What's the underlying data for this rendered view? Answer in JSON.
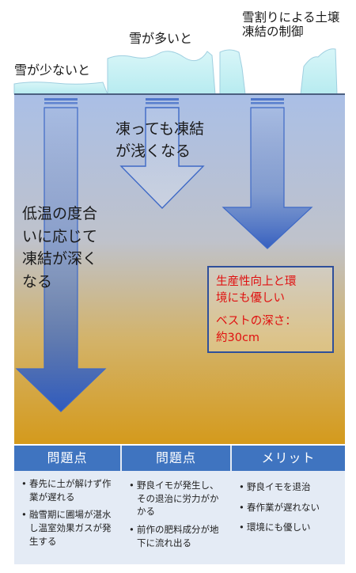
{
  "captions": {
    "low_snow": "雪が少ないと",
    "much_snow": "雪が多いと",
    "snow_control": "雪割りによる土壌凍結の制御"
  },
  "texts": {
    "shallow": [
      "凍っても凍結",
      "が浅くなる"
    ],
    "deep": [
      "低温の度合",
      "いに応じて",
      "凍結が深く",
      "なる"
    ]
  },
  "best_box": {
    "line1": "生産性向上と環",
    "line2": "境にも優しい",
    "line3": "ベストの深さ：",
    "line4": "約30cm"
  },
  "table": {
    "problem_left": {
      "header": "問題点",
      "items": [
        "春先に土が解けず作業が遅れる",
        "融雪期に圃場が湛水し温室効果ガスが発生する"
      ]
    },
    "problem_right": {
      "header": "問題点",
      "items": [
        "野良イモが発生し、その退治に労力がかかる",
        "前作の肥料成分が地下に流れ出る"
      ]
    },
    "merit": {
      "header": "メリット",
      "items": [
        "野良イモを退治",
        "春作業が遅れない",
        "環境にも優しい"
      ]
    }
  },
  "colors": {
    "ground_top": "#aabfe6",
    "ground_bottom": "#d49a1c",
    "arrow": "#3e69c6",
    "header_blue": "#3f74c0",
    "snow": "#c6f0f4",
    "highlight_red": "#e01010"
  }
}
